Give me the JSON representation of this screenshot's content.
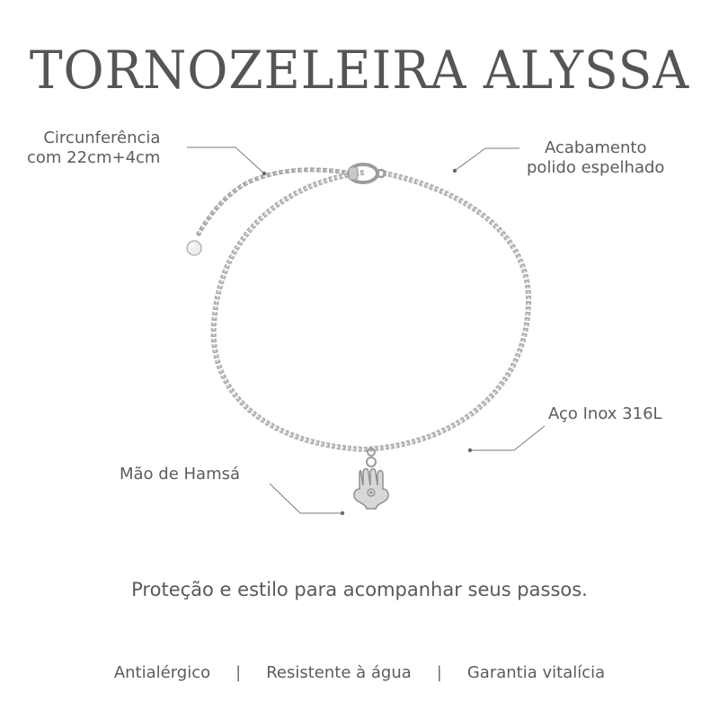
{
  "title": "TORNOZELEIRA ALYSSA",
  "callouts": {
    "circumference_line1": "Circunferência",
    "circumference_line2": "com 22cm+4cm",
    "finish_line1": "Acabamento",
    "finish_line2": "polido espelhado",
    "material": "Aço Inox 316L",
    "pendant": "Mão de Hamsá"
  },
  "tagline": "Proteção e estilo para acompanhar seus passos.",
  "features": [
    "Antialérgico",
    "Resistente à água",
    "Garantia vitalícia"
  ],
  "separator": "|",
  "colors": {
    "text": "#5a5a5a",
    "metal": "#a9a9a9",
    "leader": "#7a7a7a"
  }
}
